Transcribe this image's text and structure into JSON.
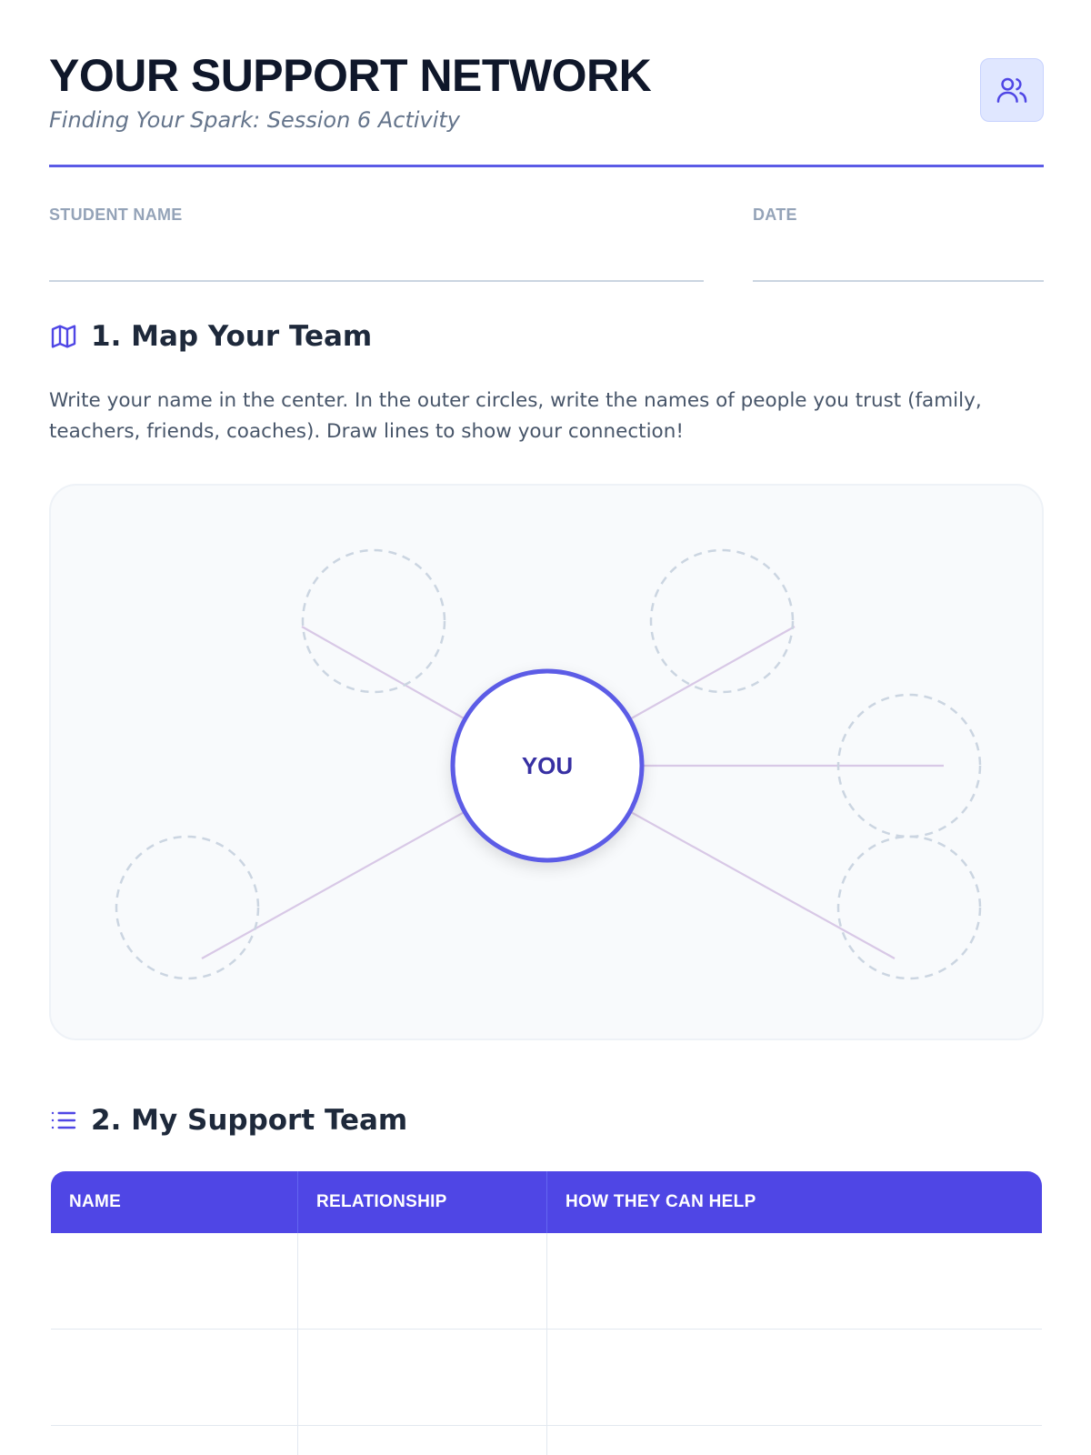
{
  "header": {
    "title": "YOUR SUPPORT NETWORK",
    "subtitle": "Finding Your Spark: Session 6 Activity",
    "icon": "users-icon"
  },
  "fields": {
    "student_name_label": "STUDENT NAME",
    "date_label": "DATE"
  },
  "section1": {
    "icon": "map-icon",
    "title": "1. Map Your Team",
    "instructions": "Write your name in the center. In the outer circles, write the names of people you trust (family, teachers, friends, coaches). Draw lines to show your connection!",
    "center_label": "YOU"
  },
  "section2": {
    "icon": "list-icon",
    "title": "2. My Support Team",
    "columns": [
      "NAME",
      "RELATIONSHIP",
      "HOW THEY CAN HELP"
    ],
    "rows": [
      [
        "",
        "",
        ""
      ],
      [
        "",
        "",
        ""
      ],
      [
        "",
        "",
        ""
      ]
    ]
  },
  "colors": {
    "accent": "#4f46e5",
    "accent_light": "#e0e7ff",
    "connector": "#d8c8e6",
    "circle_dash": "#cbd5e1"
  }
}
